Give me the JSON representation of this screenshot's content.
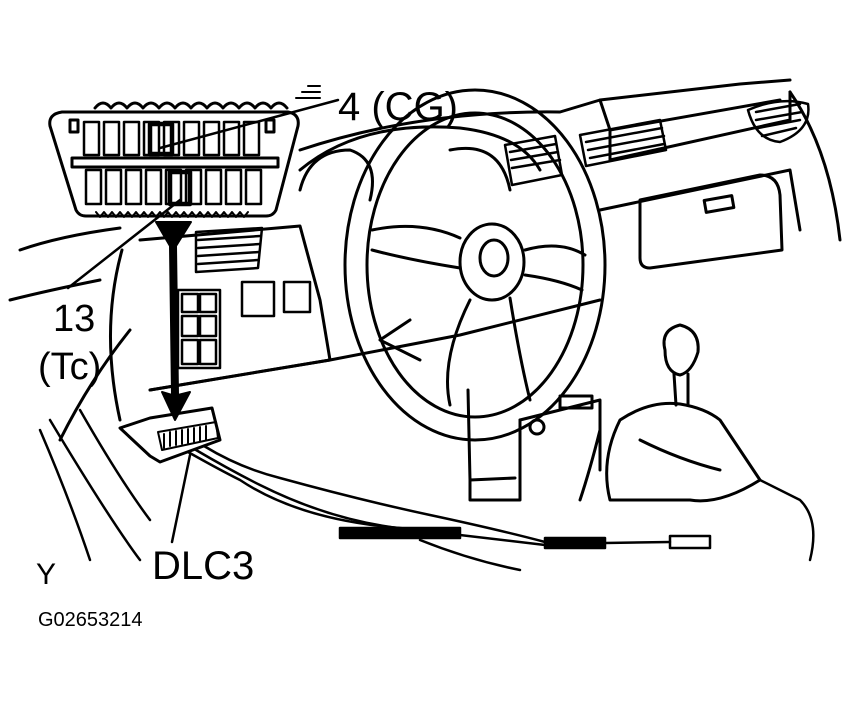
{
  "labels": {
    "pin_cg": "4 (CG)",
    "pin_tc_number": "13",
    "pin_tc_name": "(Tc)",
    "connector": "DLC3",
    "view_letter": "Y",
    "figure_id": "G02653214"
  },
  "colors": {
    "ink": "#000000",
    "paper": "#ffffff"
  }
}
